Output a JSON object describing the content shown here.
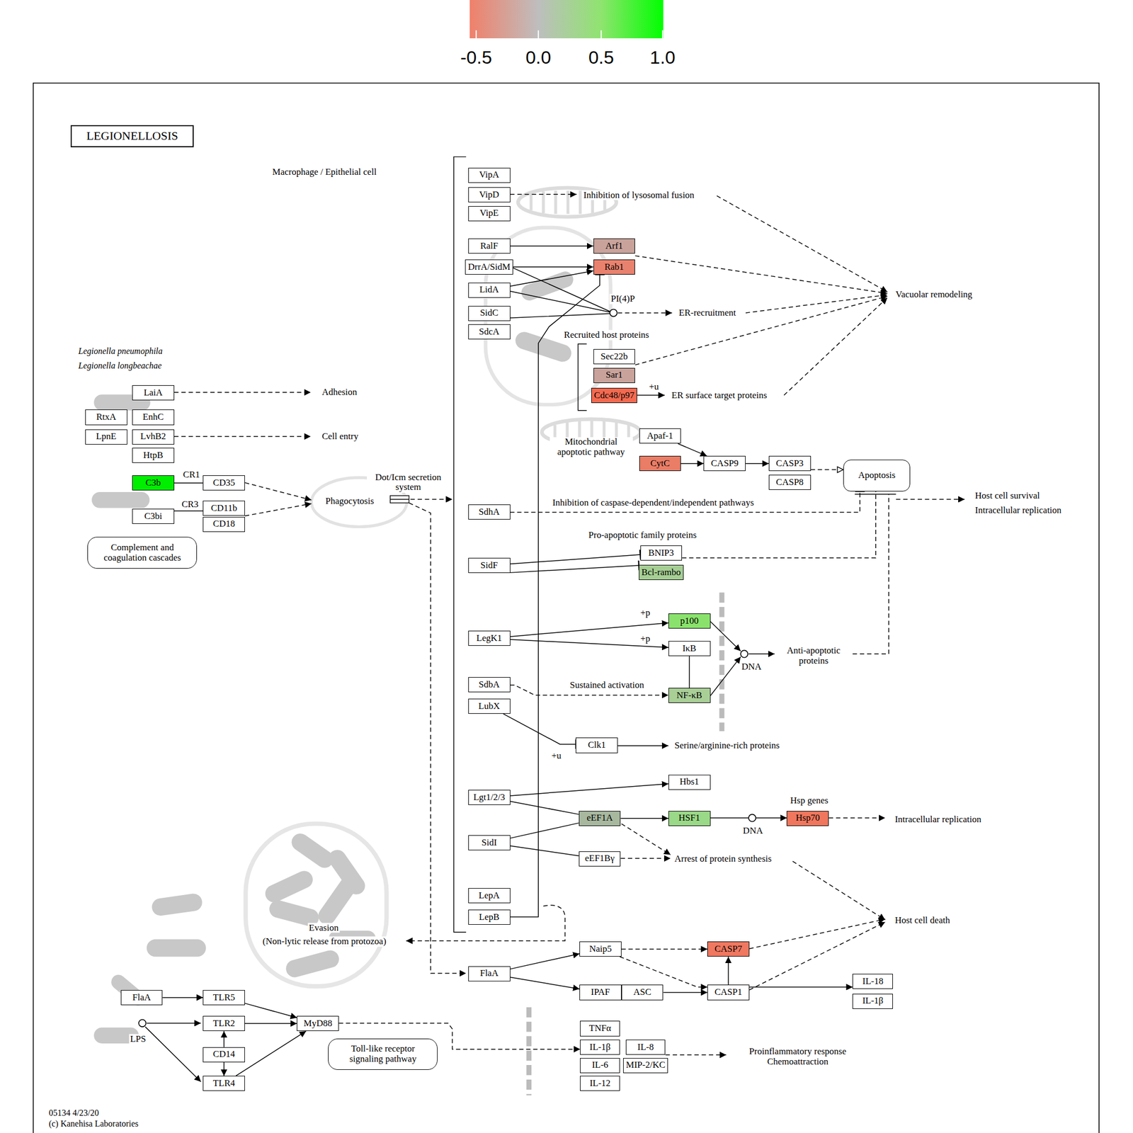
{
  "diagram": {
    "title": "LEGIONELLOSIS",
    "nodes": [
      {
        "text": [
          "LaiA"
        ]
      },
      {
        "text": [
          "RtxA"
        ]
      },
      {
        "text": [
          "EnhC"
        ]
      },
      {
        "text": [
          "LpnE"
        ]
      },
      {
        "text": [
          "LvhB2"
        ]
      },
      {
        "text": [
          "HtpB"
        ]
      },
      {
        "text": [
          "C3b"
        ]
      },
      {
        "text": [
          "CD35"
        ]
      },
      {
        "text": [
          "C3bi"
        ]
      },
      {
        "text": [
          "CD11b"
        ]
      },
      {
        "text": [
          "CD18"
        ]
      },
      {
        "text": [
          "Complement and coagulation cascades"
        ]
      },
      {
        "text": [
          "VipA"
        ]
      },
      {
        "text": [
          "VipD"
        ]
      },
      {
        "text": [
          "VipE"
        ]
      },
      {
        "text": [
          "RalF"
        ]
      },
      {
        "text": [
          "DrrA/SidM"
        ]
      },
      {
        "text": [
          "LidA"
        ]
      },
      {
        "text": [
          "SidC"
        ]
      },
      {
        "text": [
          "SdcA"
        ]
      },
      {
        "text": [
          "Arf1"
        ]
      },
      {
        "text": [
          "Rab1"
        ]
      },
      {
        "text": [
          "Sec22b"
        ]
      },
      {
        "text": [
          "Sar1"
        ]
      },
      {
        "text": [
          "Cdc48/p97"
        ]
      },
      {
        "text": [
          "Apaf-1"
        ]
      },
      {
        "text": [
          "CytC"
        ]
      },
      {
        "text": [
          "CASP9"
        ]
      },
      {
        "text": [
          "CASP3"
        ]
      },
      {
        "text": [
          "CASP8"
        ]
      },
      {
        "text": [
          "Apoptosis"
        ]
      },
      {
        "text": [
          "SdhA"
        ]
      },
      {
        "text": [
          "SidF"
        ]
      },
      {
        "text": [
          "BNIP3"
        ]
      },
      {
        "text": [
          "Bcl-rambo"
        ]
      },
      {
        "text": [
          "LegK1"
        ]
      },
      {
        "text": [
          "p100"
        ]
      },
      {
        "text": [
          "IκB"
        ]
      },
      {
        "text": [
          "NF-κB"
        ]
      },
      {
        "text": [
          "SdbA"
        ]
      },
      {
        "text": [
          "LubX"
        ]
      },
      {
        "text": [
          "Clk1"
        ]
      },
      {
        "text": [
          "Lgt1/2/3"
        ]
      },
      {
        "text": [
          "Hbs1"
        ]
      },
      {
        "text": [
          "eEF1A"
        ]
      },
      {
        "text": [
          "HSF1"
        ]
      },
      {
        "text": [
          "Hsp70"
        ]
      },
      {
        "text": [
          "SidI"
        ]
      },
      {
        "text": [
          "eEF1Bγ"
        ]
      },
      {
        "text": [
          "LepA"
        ]
      },
      {
        "text": [
          "LepB"
        ]
      },
      {
        "text": [
          "FlaA"
        ]
      },
      {
        "text": [
          "Naip5"
        ]
      },
      {
        "text": [
          "CASP7"
        ]
      },
      {
        "text": [
          "IPAF"
        ]
      },
      {
        "text": [
          "ASC"
        ]
      },
      {
        "text": [
          "CASP1"
        ]
      },
      {
        "text": [
          "IL-18"
        ]
      },
      {
        "text": [
          "IL-1β"
        ]
      },
      {
        "text": [
          "FlaA"
        ]
      },
      {
        "text": [
          "TLR5"
        ]
      },
      {
        "text": [
          "TLR2"
        ]
      },
      {
        "text": [
          "CD14"
        ]
      },
      {
        "text": [
          "TLR4"
        ]
      },
      {
        "text": [
          "MyD88"
        ]
      },
      {
        "text": [
          "Toll-like receptor signaling pathway"
        ]
      },
      {
        "text": [
          "TNFα"
        ]
      },
      {
        "text": [
          "IL-1β"
        ]
      },
      {
        "text": [
          "IL-8"
        ]
      },
      {
        "text": [
          "IL-6"
        ]
      },
      {
        "text": [
          "MIP-2/KC"
        ]
      },
      {
        "text": [
          "IL-12"
        ]
      }
    ],
    "edges": [
      {
        "from": 6,
        "to": 7,
        "arrow": "none",
        "label": "CR1"
      },
      {
        "from": 8,
        "to": 9,
        "arrow": "none",
        "label": "CR3"
      },
      {
        "from": 15,
        "to": 20,
        "arrow": "to"
      },
      {
        "from": 16,
        "to": 21,
        "arrow": "to"
      },
      {
        "from": 17,
        "to": 21,
        "arrow": "to"
      },
      {
        "from": 25,
        "to": 27,
        "arrow": "to"
      },
      {
        "from": 26,
        "to": 27,
        "arrow": "to"
      },
      {
        "from": 27,
        "to": 28,
        "arrow": "to"
      },
      {
        "from": 28,
        "to": 30,
        "arrow": "to"
      },
      {
        "from": 31,
        "to": 30,
        "arrow": "none"
      },
      {
        "from": 32,
        "to": 33,
        "arrow": "none"
      },
      {
        "from": 32,
        "to": 34,
        "arrow": "none"
      },
      {
        "from": 33,
        "to": 30,
        "arrow": "none"
      },
      {
        "from": 35,
        "to": 36,
        "arrow": "to",
        "label": "+p"
      },
      {
        "from": 35,
        "to": 37,
        "arrow": "to",
        "label": "+p"
      },
      {
        "from": 37,
        "to": 38,
        "arrow": "none"
      },
      {
        "from": 39,
        "to": 38,
        "arrow": "to",
        "label": "Sustained activation"
      },
      {
        "from": 40,
        "to": 41,
        "arrow": "none",
        "label": "+u"
      },
      {
        "from": 42,
        "to": 43,
        "arrow": "to"
      },
      {
        "from": 42,
        "to": 44,
        "arrow": "none"
      },
      {
        "from": 47,
        "to": 44,
        "arrow": "none"
      },
      {
        "from": 47,
        "to": 48,
        "arrow": "none"
      },
      {
        "from": 44,
        "to": 45,
        "arrow": "to"
      },
      {
        "from": 45,
        "to": 46,
        "arrow": "to"
      },
      {
        "from": 50,
        "to": 21,
        "arrow": "none"
      },
      {
        "from": 51,
        "to": 52,
        "arrow": "to"
      },
      {
        "from": 51,
        "to": 54,
        "arrow": "to"
      },
      {
        "from": 52,
        "to": 53,
        "arrow": "to"
      },
      {
        "from": 52,
        "to": 56,
        "arrow": "to"
      },
      {
        "from": 55,
        "to": 56,
        "arrow": "to"
      },
      {
        "from": 56,
        "to": 53,
        "arrow": "to"
      },
      {
        "from": 56,
        "to": 57,
        "arrow": "to"
      },
      {
        "from": 59,
        "to": 60,
        "arrow": "to"
      },
      {
        "from": 60,
        "to": 64,
        "arrow": "to"
      },
      {
        "from": 61,
        "to": 64,
        "arrow": "to"
      },
      {
        "from": 63,
        "to": 64,
        "arrow": "to"
      },
      {
        "from": 62,
        "to": 61,
        "arrow": "to"
      },
      {
        "from": 62,
        "to": 63,
        "arrow": "to"
      },
      {
        "from": 64,
        "to": 67,
        "arrow": "to"
      }
    ],
    "labels": [
      "-0.5",
      "0.0",
      "0.5",
      "1.0",
      "Macrophage / Epithelial cell",
      "Inhibition of lysosomal fusion",
      "PI(4)P",
      "Vacuolar remodeling",
      "ER-recruitment",
      "Recruited host proteins",
      "Legionella pneumophila",
      "Legionella longbeachae",
      "+u",
      "Adhesion",
      "ER surface target proteins",
      "Cell entry",
      "Mitochondrial apoptotic pathway",
      "Dot/Icm secretion system",
      "Host cell survival",
      "Phagocytosis",
      "Inhibition of caspase-dependent/independent pathways",
      "Intracellular replication",
      "Pro-apoptotic family proteins",
      "Anti-apoptotic proteins",
      "DNA",
      "Serine/arginine-rich proteins",
      "Hsp genes",
      "Intracellular replication",
      "DNA",
      "Arrest of protein synthesis",
      "Host cell death",
      "Evasion",
      "(Non-lytic release from protozoa)",
      "LPS",
      "Proinflammatory response Chemoattraction",
      "05134 4/23/20",
      "(c) Kanehisa Laboratories"
    ]
  }
}
